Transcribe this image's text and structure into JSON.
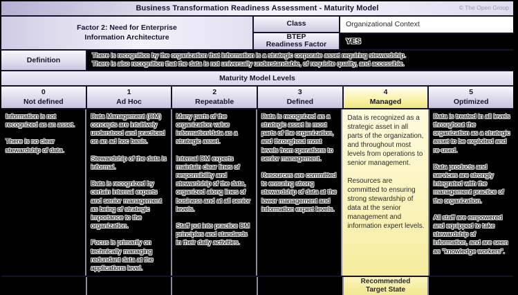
{
  "header": {
    "title": "Business Transformation Readiness Assessment - Maturity Model",
    "copyright": "© The Open Group"
  },
  "factor": {
    "name": "Factor 2: Need for Enterprise\nInformation Architecture",
    "class_label": "Class",
    "class_value": "Organizational Context",
    "btep_label": "BTEP\nReadiness Factor",
    "btep_value": "YES"
  },
  "definition": {
    "label": "Definition",
    "text": "There is recognition by the organization that information is a strategic corporate asset requiring stewardship.\nThere is also recognition that the data is not universally understandable, of requisite quality, and accessible."
  },
  "maturity": {
    "section_title": "Maturity Model Levels",
    "footer_label": "Recommended\nTarget State",
    "levels": [
      {
        "number": "0",
        "name": "Not defined",
        "highlighted": false,
        "description": "Information is not recognized as an asset.\n\nThere is no clear stewardship of data."
      },
      {
        "number": "1",
        "name": "Ad Hoc",
        "highlighted": false,
        "description": "Data Management (DM) concepts are intuitively understood and practiced on an ad hoc basis.\n\nStewardship of the data is informal.\n\nData is recognized by certain internal experts and senior management as being of strategic importance to the organization.\n\nFocus is primarily on technically managing redundant data at the applications level."
      },
      {
        "number": "2",
        "name": "Repeatable",
        "highlighted": false,
        "description": "Many parts of the organization value information/data as a strategic asset.\n\nInternal DM experts maintain clear lines of responsibility and stewardship of the data, organized along lines of business and at all senior levels.\n\nStaff put into practice DM principles and standards in their daily activities."
      },
      {
        "number": "3",
        "name": "Defined",
        "highlighted": false,
        "description": "Data is recognized as a strategic asset in most parts of the organization, and throughout most levels from operations to senior management.\n\nResources are committed to ensuring strong stewardship of data at the lower management and information expert levels."
      },
      {
        "number": "4",
        "name": "Managed",
        "highlighted": true,
        "description": "Data is recognized as a strategic asset in all parts of the organization, and throughout most levels from operations to senior management.\n\nResources are committed to ensuring strong stewardship of data at the senior management and information expert levels."
      },
      {
        "number": "5",
        "name": "Optimized",
        "highlighted": false,
        "description": "Data is treated in all levels throughout the organization as a strategic asset to be exploited and re-used.\n\nData products and services are strongly integrated with the management practice of the organization.\n\nAll staff are empowered and equipped to take stewardship of information, and are seen as \"knowledge workers\"."
      }
    ]
  },
  "colors": {
    "lavender_accent": "#c7c3df",
    "highlight_yellow": "#f5eb9c",
    "cell_background_black": "#000000",
    "grid_dark": "#13132b"
  }
}
